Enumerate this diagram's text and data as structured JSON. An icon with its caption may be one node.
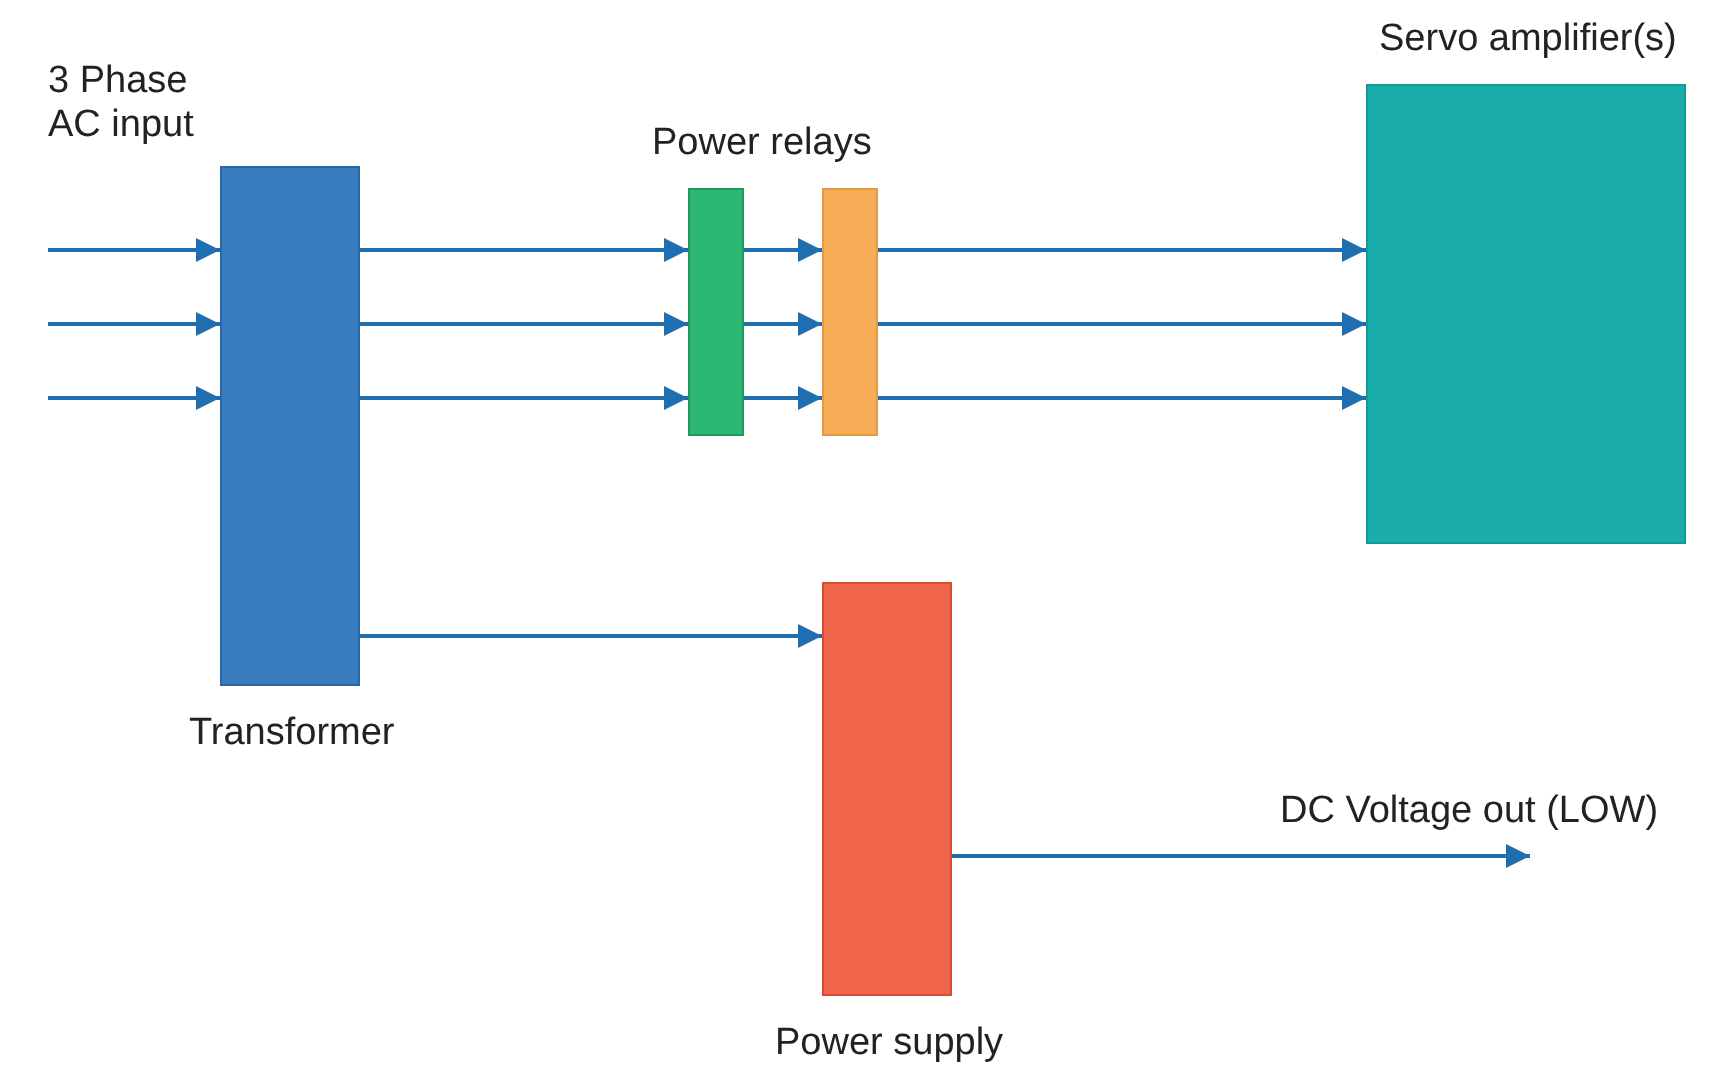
{
  "diagram": {
    "nodes": [
      {
        "text": [
          "Transformer"
        ]
      },
      {
        "text": [],
        "shape": "box"
      },
      {
        "text": [],
        "shape": "box"
      },
      {
        "text": [
          "Servo amplifier(s)"
        ]
      },
      {
        "text": [
          "Power supply"
        ]
      }
    ],
    "edges": [
      {
        "from": null,
        "to": 0,
        "arrow": "to"
      },
      {
        "from": null,
        "to": 0,
        "arrow": "to"
      },
      {
        "from": null,
        "to": 0,
        "arrow": "to"
      },
      {
        "from": 0,
        "to": 1,
        "arrow": "to"
      },
      {
        "from": 0,
        "to": 1,
        "arrow": "to"
      },
      {
        "from": 0,
        "to": 1,
        "arrow": "to"
      },
      {
        "from": 1,
        "to": 2,
        "arrow": "to"
      },
      {
        "from": 1,
        "to": 2,
        "arrow": "to"
      },
      {
        "from": 1,
        "to": 2,
        "arrow": "to"
      },
      {
        "from": 2,
        "to": 3,
        "arrow": "to"
      },
      {
        "from": 2,
        "to": 3,
        "arrow": "to"
      },
      {
        "from": 2,
        "to": 3,
        "arrow": "to"
      },
      {
        "from": 0,
        "to": 4,
        "arrow": "to"
      },
      {
        "from": 4,
        "to": null,
        "arrow": "to",
        "label": "DC Voltage out (LOW)"
      }
    ],
    "labels": [
      "3 Phase AC input",
      "Power relays"
    ]
  }
}
